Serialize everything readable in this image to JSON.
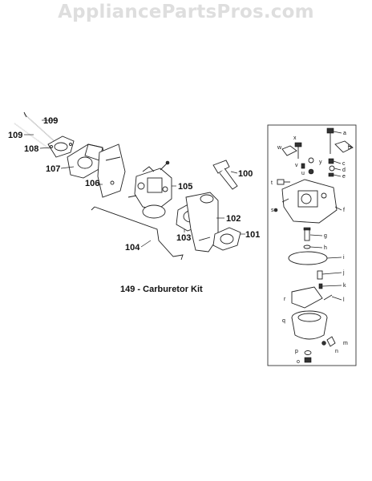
{
  "watermark": "AppliancePartsPros.com",
  "caption": "149 - Carburetor Kit",
  "callouts": {
    "p100": "100",
    "p101": "101",
    "p102": "102",
    "p103": "103",
    "p104": "104",
    "p105": "105",
    "p106": "106",
    "p107": "107",
    "p108": "108",
    "p109a": "109",
    "p109b": "109"
  },
  "kit_callouts": {
    "a": "a",
    "b": "b",
    "c": "c",
    "d": "d",
    "e": "e",
    "f": "f",
    "g": "g",
    "h": "h",
    "i": "i",
    "j": "j",
    "k": "k",
    "l": "l",
    "m": "m",
    "n": "n",
    "o": "o",
    "p": "p",
    "q": "q",
    "r": "r",
    "s": "s",
    "t": "t",
    "u": "u",
    "v": "v",
    "w": "w",
    "x": "x",
    "y": "y"
  }
}
